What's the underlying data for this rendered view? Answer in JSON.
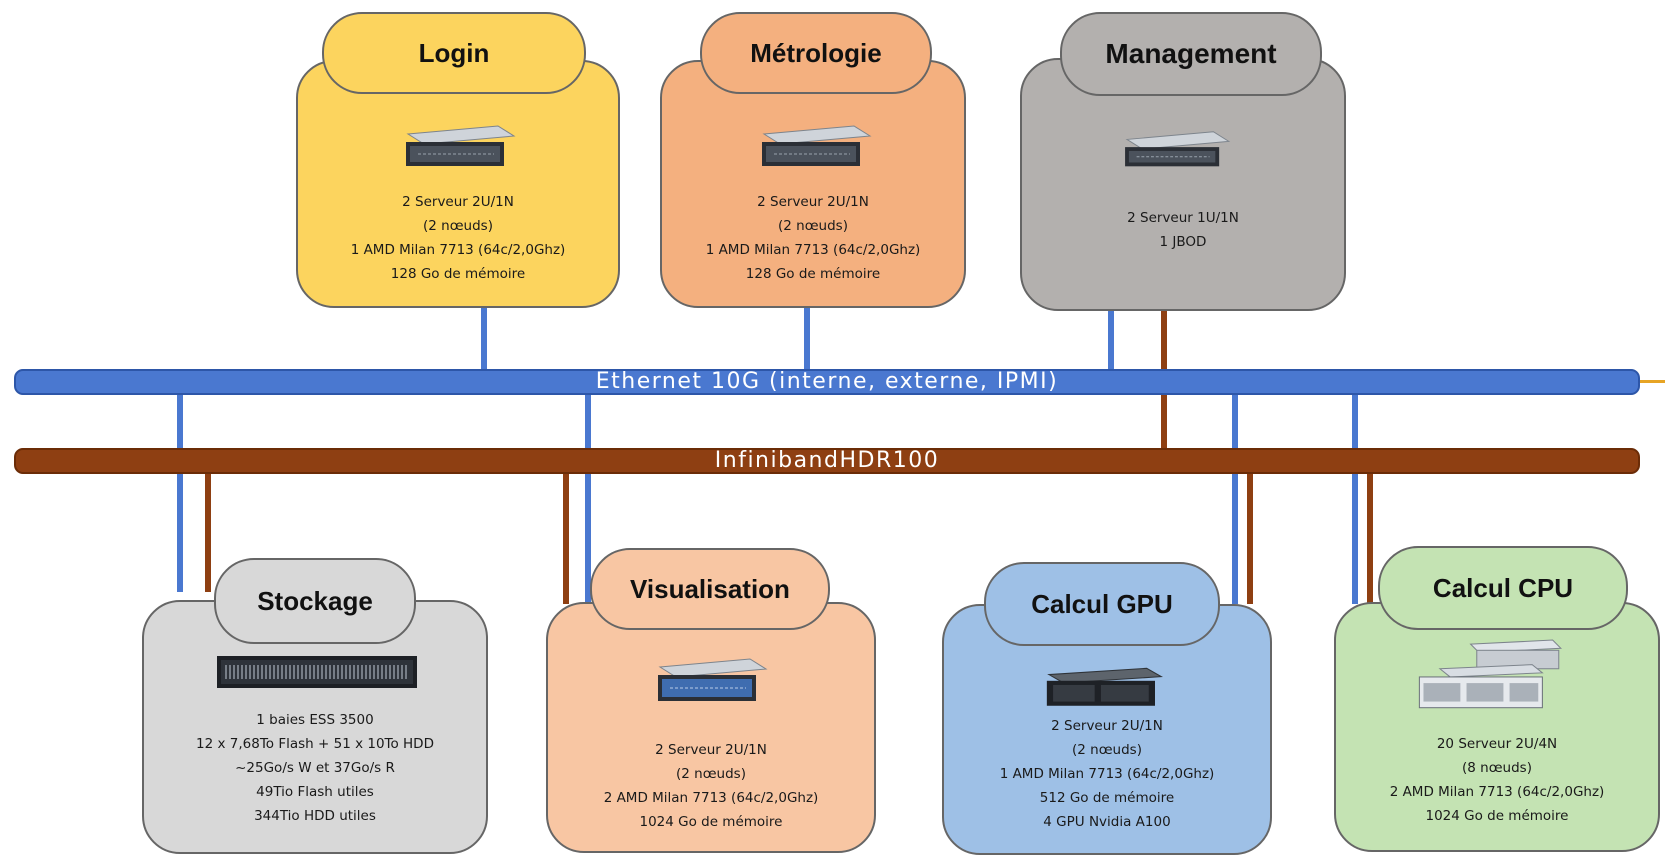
{
  "colors": {
    "ethernet": "#4a78d0",
    "infiniband": "#8e3f12",
    "login": "#fcd45e",
    "metrologie": "#f4b07f",
    "management": "#b3b0ae",
    "stockage": "#d8d8d8",
    "visualisation": "#f8c6a3",
    "calcul_gpu": "#9ec0e6",
    "calcul_cpu": "#c4e3b3"
  },
  "buses": {
    "ethernet_label": "Ethernet 10G (interne, externe, IPMI)",
    "infiniband_label": "InfinibandHDR100"
  },
  "nodes": {
    "login": {
      "title": "Login",
      "icon": "rack-server-2u-icon",
      "specs": [
        "2 Serveur 2U/1N",
        "(2 nœuds)",
        "1 AMD Milan 7713 (64c/2,0Ghz)",
        "128 Go de mémoire"
      ]
    },
    "metrologie": {
      "title": "Métrologie",
      "icon": "rack-server-2u-icon",
      "specs": [
        "2 Serveur 2U/1N",
        "(2 nœuds)",
        "1 AMD Milan 7713 (64c/2,0Ghz)",
        "128 Go de mémoire"
      ]
    },
    "management": {
      "title": "Management",
      "icon": "rack-server-1u-icon",
      "specs": [
        "2 Serveur 1U/1N",
        "1 JBOD"
      ]
    },
    "stockage": {
      "title": "Stockage",
      "icon": "storage-array-icon",
      "specs": [
        "1 baies ESS 3500",
        "12 x 7,68To Flash + 51 x 10To HDD",
        "~25Go/s W et 37Go/s R",
        "49Tio Flash utiles",
        "344Tio HDD utiles"
      ]
    },
    "visualisation": {
      "title": "Visualisation",
      "icon": "rack-server-2u-icon",
      "specs": [
        "2 Serveur 2U/1N",
        "(2 nœuds)",
        "2 AMD Milan 7713 (64c/2,0Ghz)",
        "1024 Go de mémoire"
      ]
    },
    "calcul_gpu": {
      "title": "Calcul GPU",
      "icon": "gpu-server-icon",
      "specs": [
        "2 Serveur 2U/1N",
        "(2 nœuds)",
        "1 AMD Milan 7713 (64c/2,0Ghz)",
        "512 Go de mémoire",
        "4 GPU Nvidia A100"
      ]
    },
    "calcul_cpu": {
      "title": "Calcul CPU",
      "icon": "multi-node-server-icon",
      "specs": [
        "20 Serveur 2U/4N",
        "(8 nœuds)",
        "2 AMD Milan 7713 (64c/2,0Ghz)",
        "1024 Go de mémoire"
      ]
    }
  }
}
